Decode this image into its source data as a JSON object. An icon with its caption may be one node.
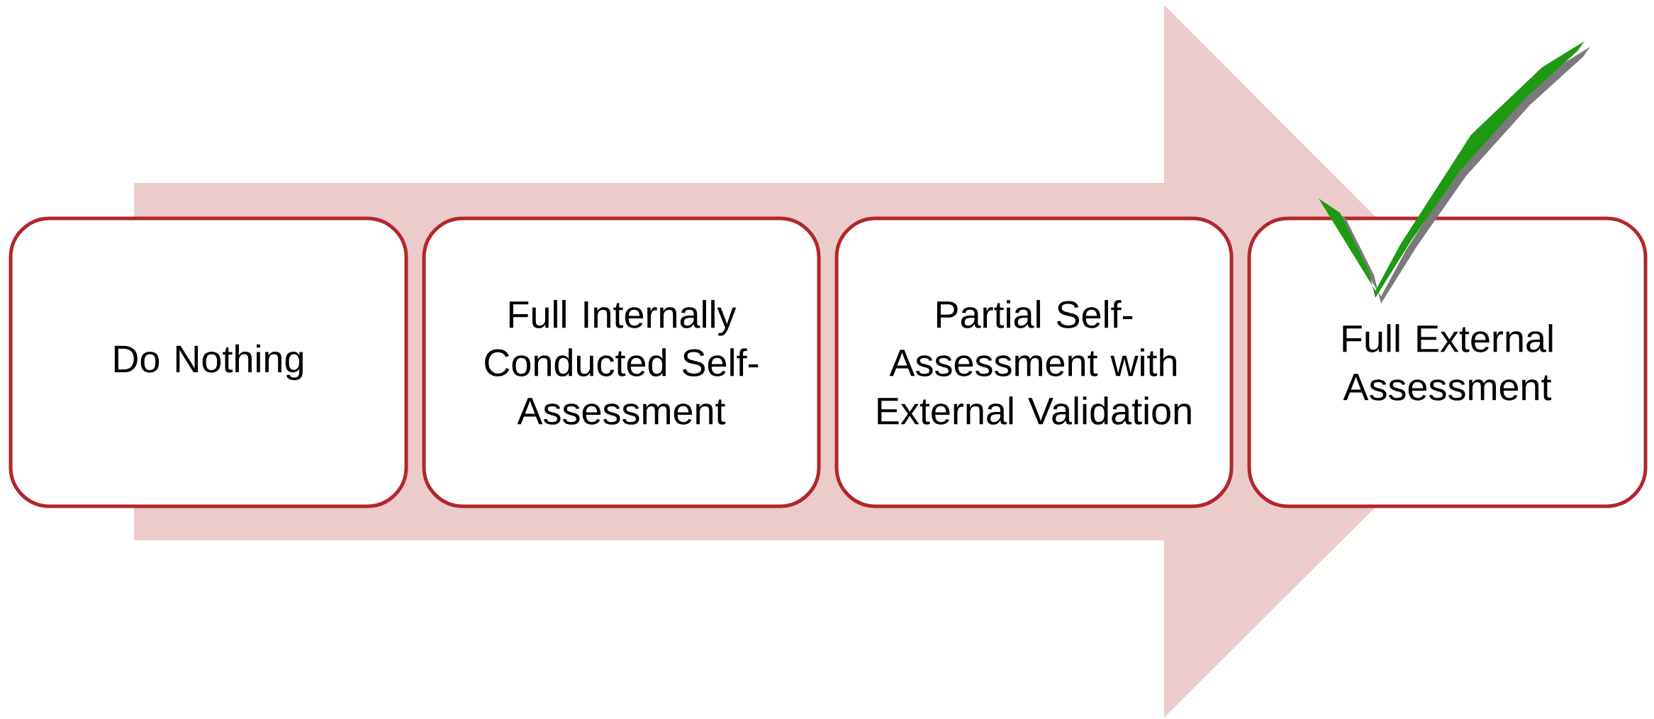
{
  "diagram": {
    "nodes": [
      {
        "text": [
          "Do Nothing"
        ]
      },
      {
        "text": [
          "Full Internally Conducted Self-Assessment"
        ]
      },
      {
        "text": [
          "Partial Self-Assessment with External Validation"
        ]
      },
      {
        "text": [
          "Full External Assessment"
        ]
      }
    ],
    "edges": [
      {
        "from": 0,
        "to": 3,
        "arrow": "to"
      }
    ]
  }
}
